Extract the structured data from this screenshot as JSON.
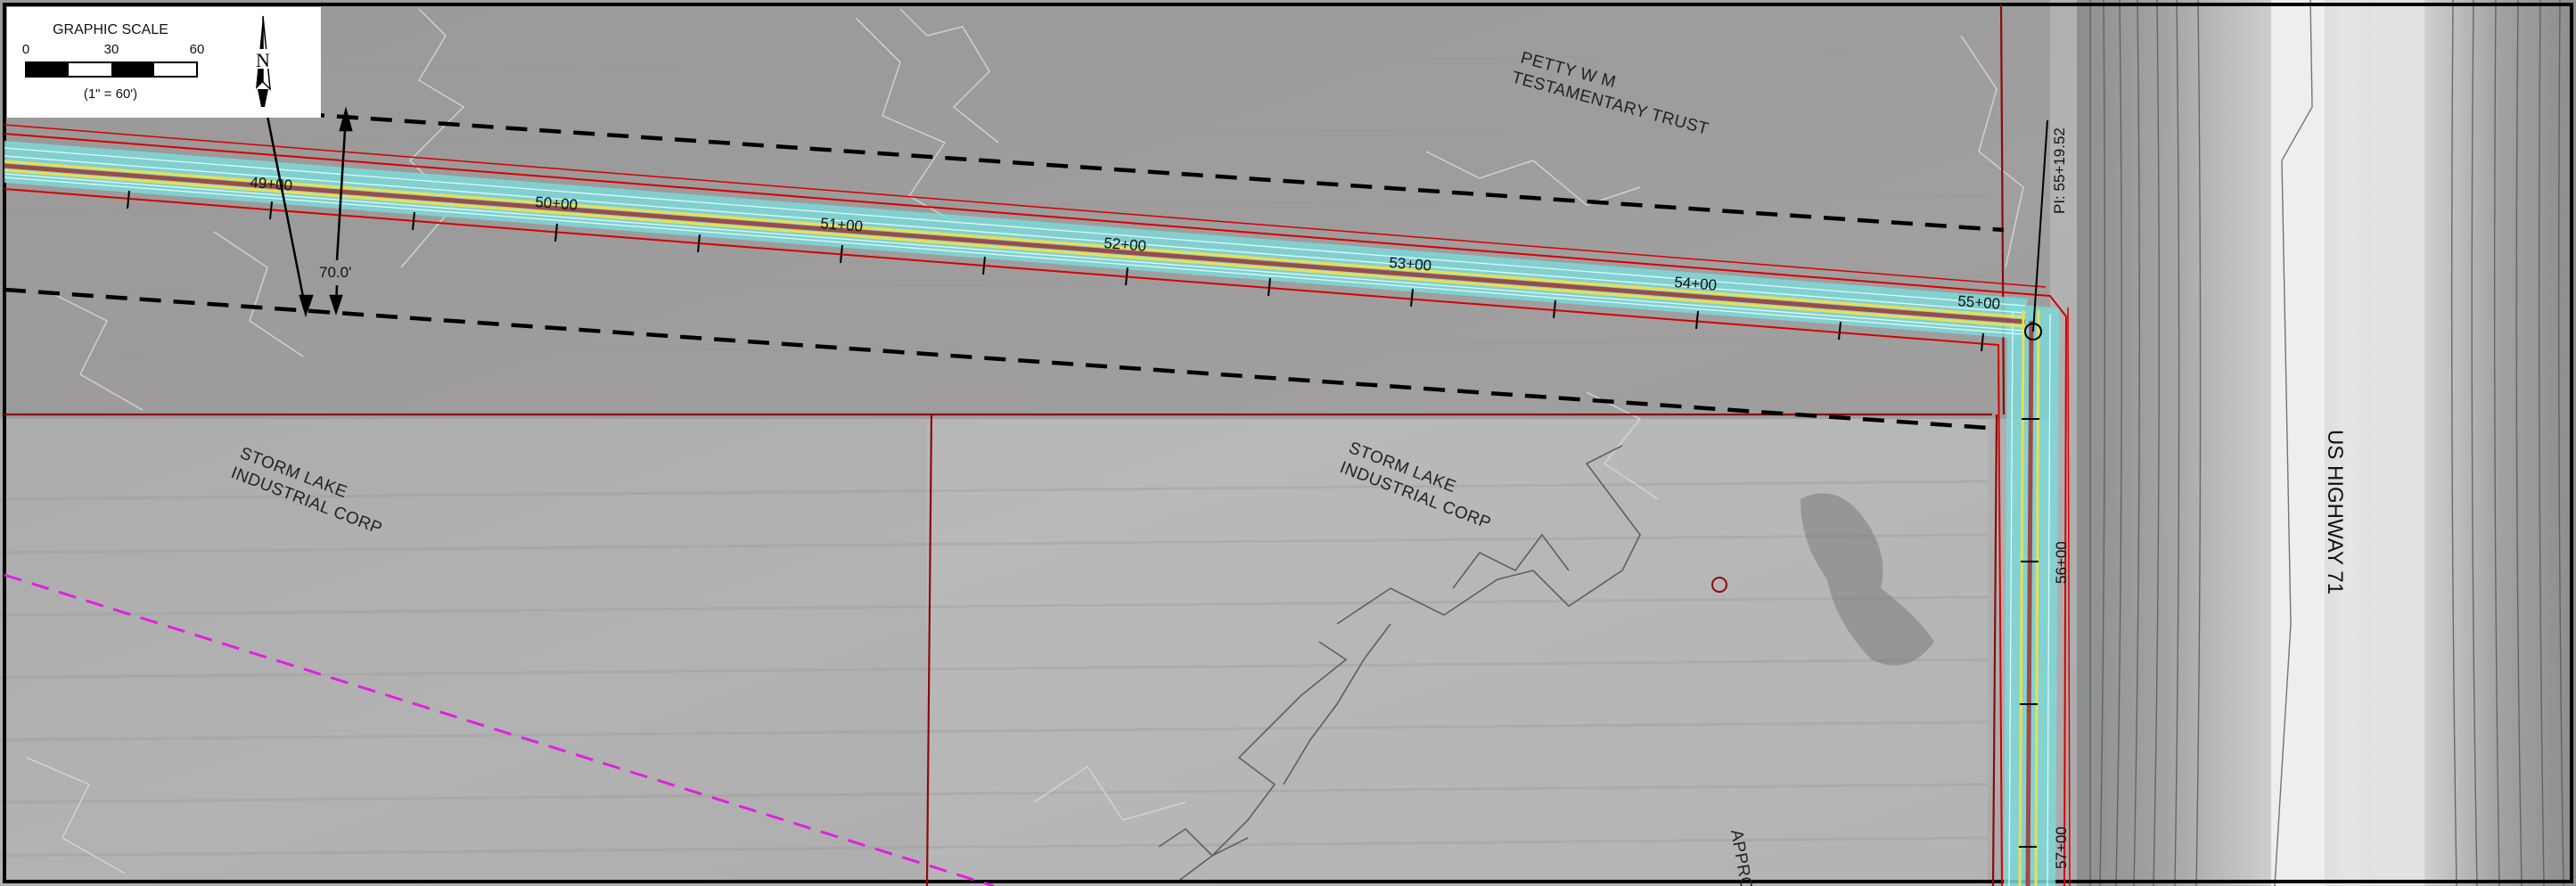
{
  "graphic_scale": {
    "title": "GRAPHIC SCALE",
    "ticks": [
      "0",
      "30",
      "60"
    ],
    "ratio": "(1\" = 60')"
  },
  "north_arrow": {
    "letter": "N",
    "icon": "north-arrow-icon"
  },
  "stations": {
    "horizontal": [
      "49+00",
      "50+00",
      "51+00",
      "52+00",
      "53+00",
      "54+00",
      "55+00"
    ],
    "vertical": [
      "56+00",
      "57+00"
    ],
    "pi_label": "PI: 55+19.52"
  },
  "dimension": {
    "label": "70.0'"
  },
  "owners": {
    "north": [
      "PETTY W M",
      "TESTAMENTARY TRUST"
    ],
    "southwest": [
      "STORM LAKE",
      "INDUSTRIAL CORP"
    ],
    "southcenter": [
      "STORM LAKE",
      "INDUSTRIAL CORP"
    ]
  },
  "road": {
    "label": "US HIGHWAY 71"
  },
  "partial_label": "APPROX",
  "colors": {
    "corridor": "#7ed8d8",
    "centerline": "#e8e050",
    "pipe": "#9c4a4a",
    "row_line": "#d40000",
    "parcel_line": "#8a0a0a",
    "easement_dash": "#e020e0"
  }
}
